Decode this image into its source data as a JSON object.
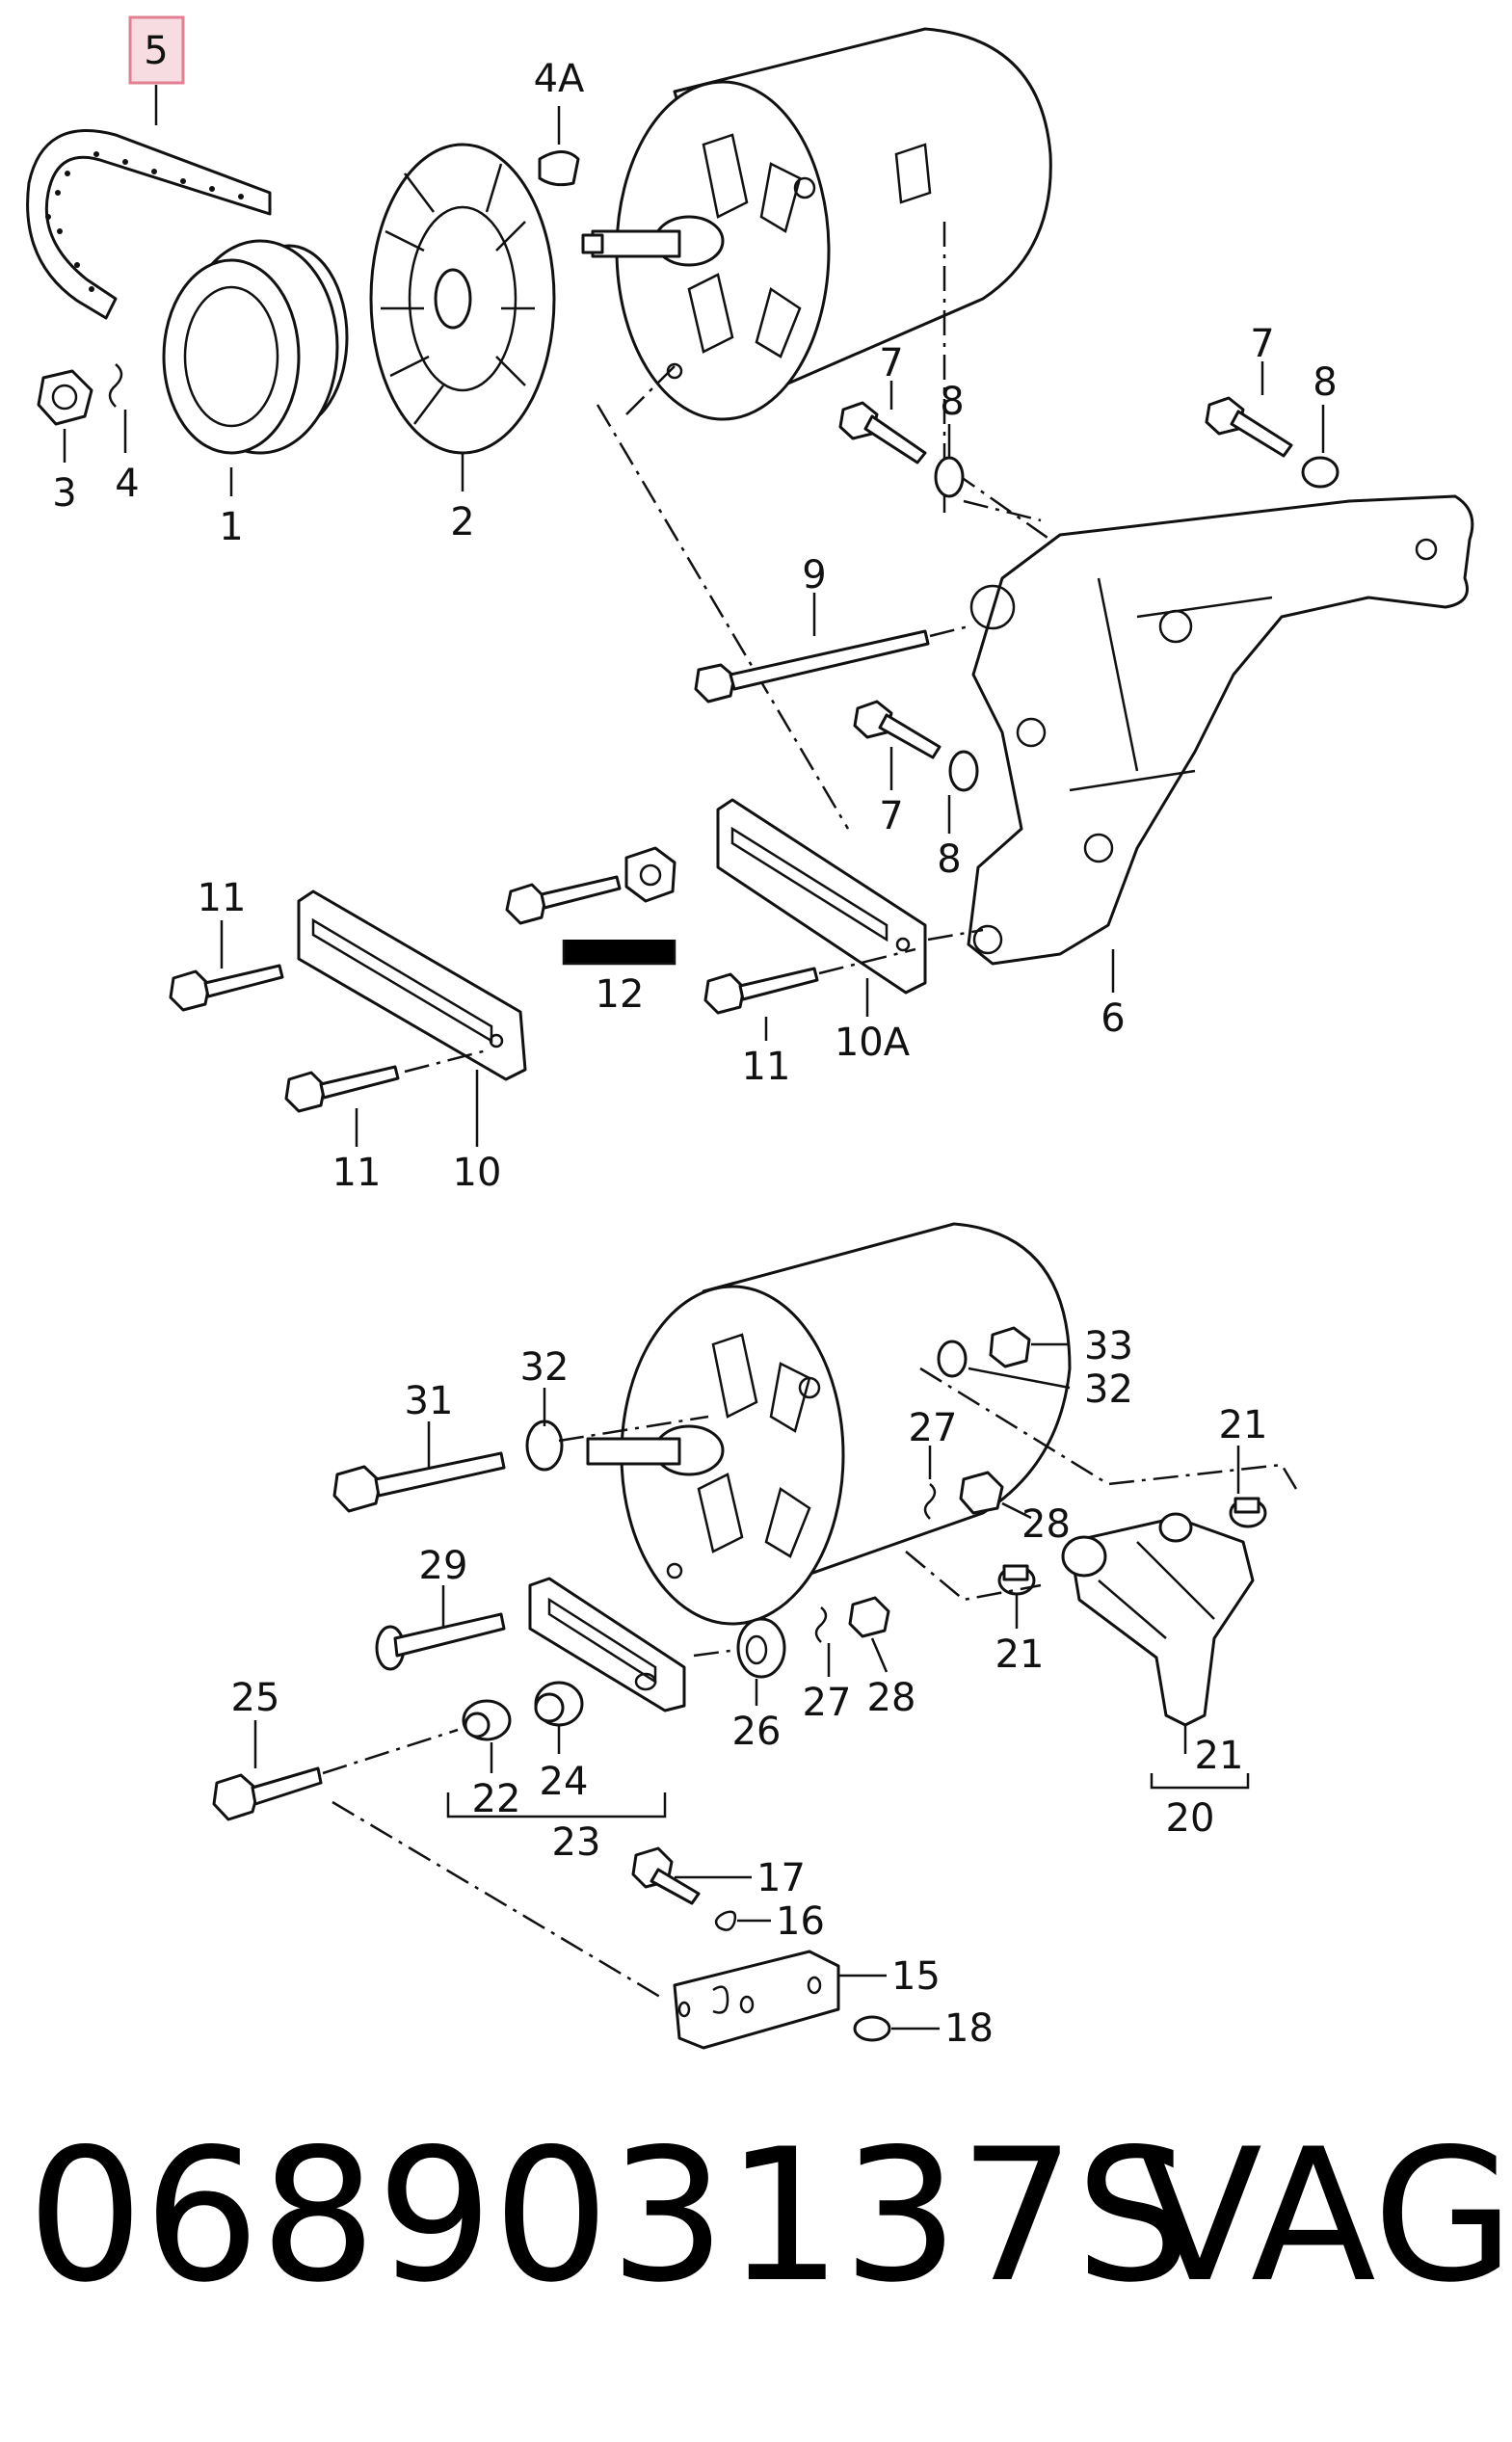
{
  "diagram": {
    "highlighted_callout": "5",
    "callouts": {
      "c1": "1",
      "c2": "2",
      "c3": "3",
      "c4": "4",
      "c4a": "4A",
      "c5": "5",
      "c6": "6",
      "c7a": "7",
      "c7b": "7",
      "c7c": "7",
      "c8a": "8",
      "c8b": "8",
      "c8c": "8",
      "c9": "9",
      "c10": "10",
      "c10a": "10A",
      "c11a": "11",
      "c11b": "11",
      "c11c": "11",
      "c12": "12",
      "c15": "15",
      "c16": "16",
      "c17": "17",
      "c18": "18",
      "c20": "20",
      "c21a": "21",
      "c21b": "21",
      "c21c": "21",
      "c22": "22",
      "c23": "23",
      "c24": "24",
      "c25": "25",
      "c26": "26",
      "c27a": "27",
      "c27b": "27",
      "c28a": "28",
      "c28b": "28",
      "c29": "29",
      "c31": "31",
      "c32a": "32",
      "c32b": "32",
      "c33": "33"
    }
  },
  "footer": {
    "part_number": "068903137S",
    "brand": "VAG"
  },
  "colors": {
    "highlight_border": "#e08090",
    "highlight_fill": "#f7dde2",
    "ink": "#111111"
  }
}
